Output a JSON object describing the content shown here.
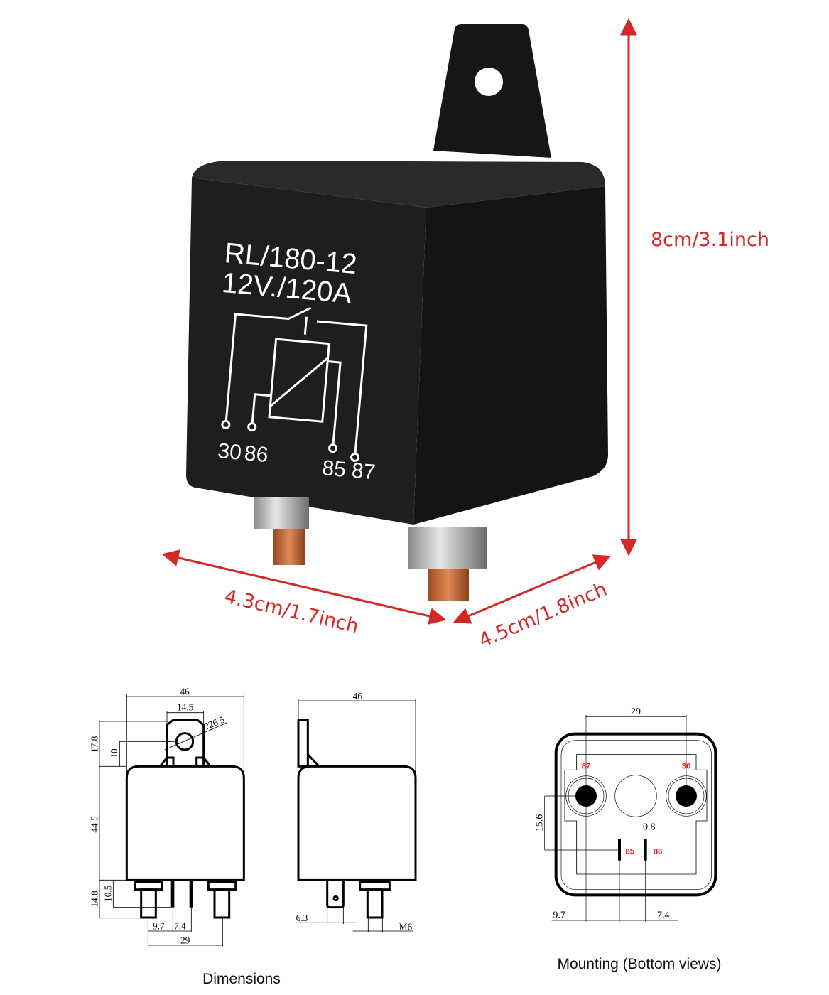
{
  "photo": {
    "model_line": "RL/180-12",
    "rating_line": "12V./120A",
    "pins_left": [
      "30",
      "86"
    ],
    "pins_right": [
      "85",
      "87"
    ]
  },
  "measurements": {
    "height": "8cm/3.1inch",
    "width": "4.3cm/1.7inch",
    "depth": "4.5cm/1.8inch"
  },
  "dimensions_drawing": {
    "caption": "Dimensions",
    "front": {
      "width": "46",
      "bracket_width": "14.5",
      "hole_diameter": "?26.5",
      "bracket_height": "17.8",
      "hole_height": "10",
      "body_height": "44.5",
      "stud_height": "14.8",
      "blade_height": "10.5",
      "spacing_a": "9.7",
      "spacing_b": "7.4",
      "stud_spacing": "29"
    },
    "side": {
      "width": "46",
      "blade_width": "6.3",
      "thread": "M6"
    }
  },
  "mounting_drawing": {
    "caption": "Mounting (Bottom views)",
    "stud_spacing": "29",
    "vertical_offset": "15.6",
    "blade_thickness": "0.8",
    "offset_a": "9.7",
    "offset_b": "7.4",
    "terminals": [
      "87",
      "30",
      "85",
      "86"
    ]
  },
  "colors": {
    "measure_red": "#d42828",
    "relay_black": "#1b1b1b",
    "copper": "#c8693a",
    "terminal_label_red": "#ff1a1a"
  }
}
